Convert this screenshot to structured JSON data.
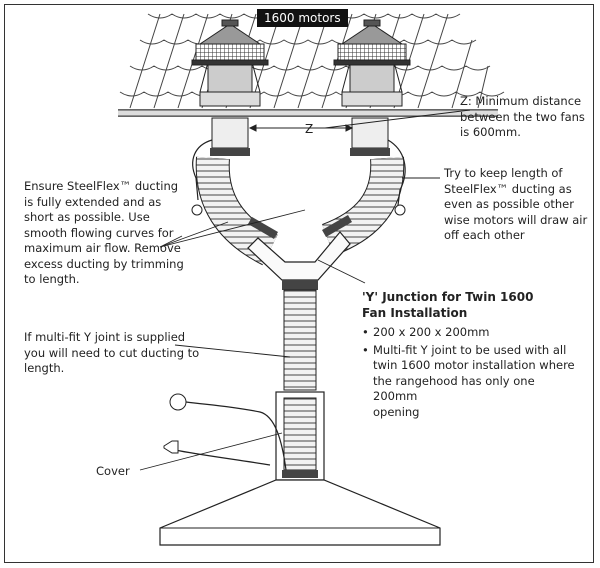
{
  "badge": "1600 motors",
  "labels": {
    "z_letter": "Z",
    "z_note": [
      "Z: Minimum distance",
      "between the two fans",
      "is 600mm."
    ],
    "try_note": [
      "Try to keep length of",
      "SteelFlex™ ducting as",
      "even as possible other",
      "wise motors will draw air",
      "off each other"
    ],
    "ensure_note": [
      "Ensure SteelFlex™ ducting",
      "is fully extended and as",
      "short as possible. Use",
      "smooth flowing curves for",
      "maximum air flow. Remove",
      "excess ducting by trimming",
      "to length."
    ],
    "multifit_note": [
      "If multi-fit Y joint is supplied",
      "you will need to cut ducting to",
      "length."
    ],
    "cover": "Cover"
  },
  "y_junction": {
    "title": [
      "'Y' Junction for Twin 1600",
      "Fan Installation"
    ],
    "items": [
      [
        "200 x 200 x 200mm"
      ],
      [
        "Multi-fit Y joint to be used with all",
        "twin 1600 motor installation where",
        "the rangehood has only one 200mm",
        "opening"
      ]
    ]
  }
}
